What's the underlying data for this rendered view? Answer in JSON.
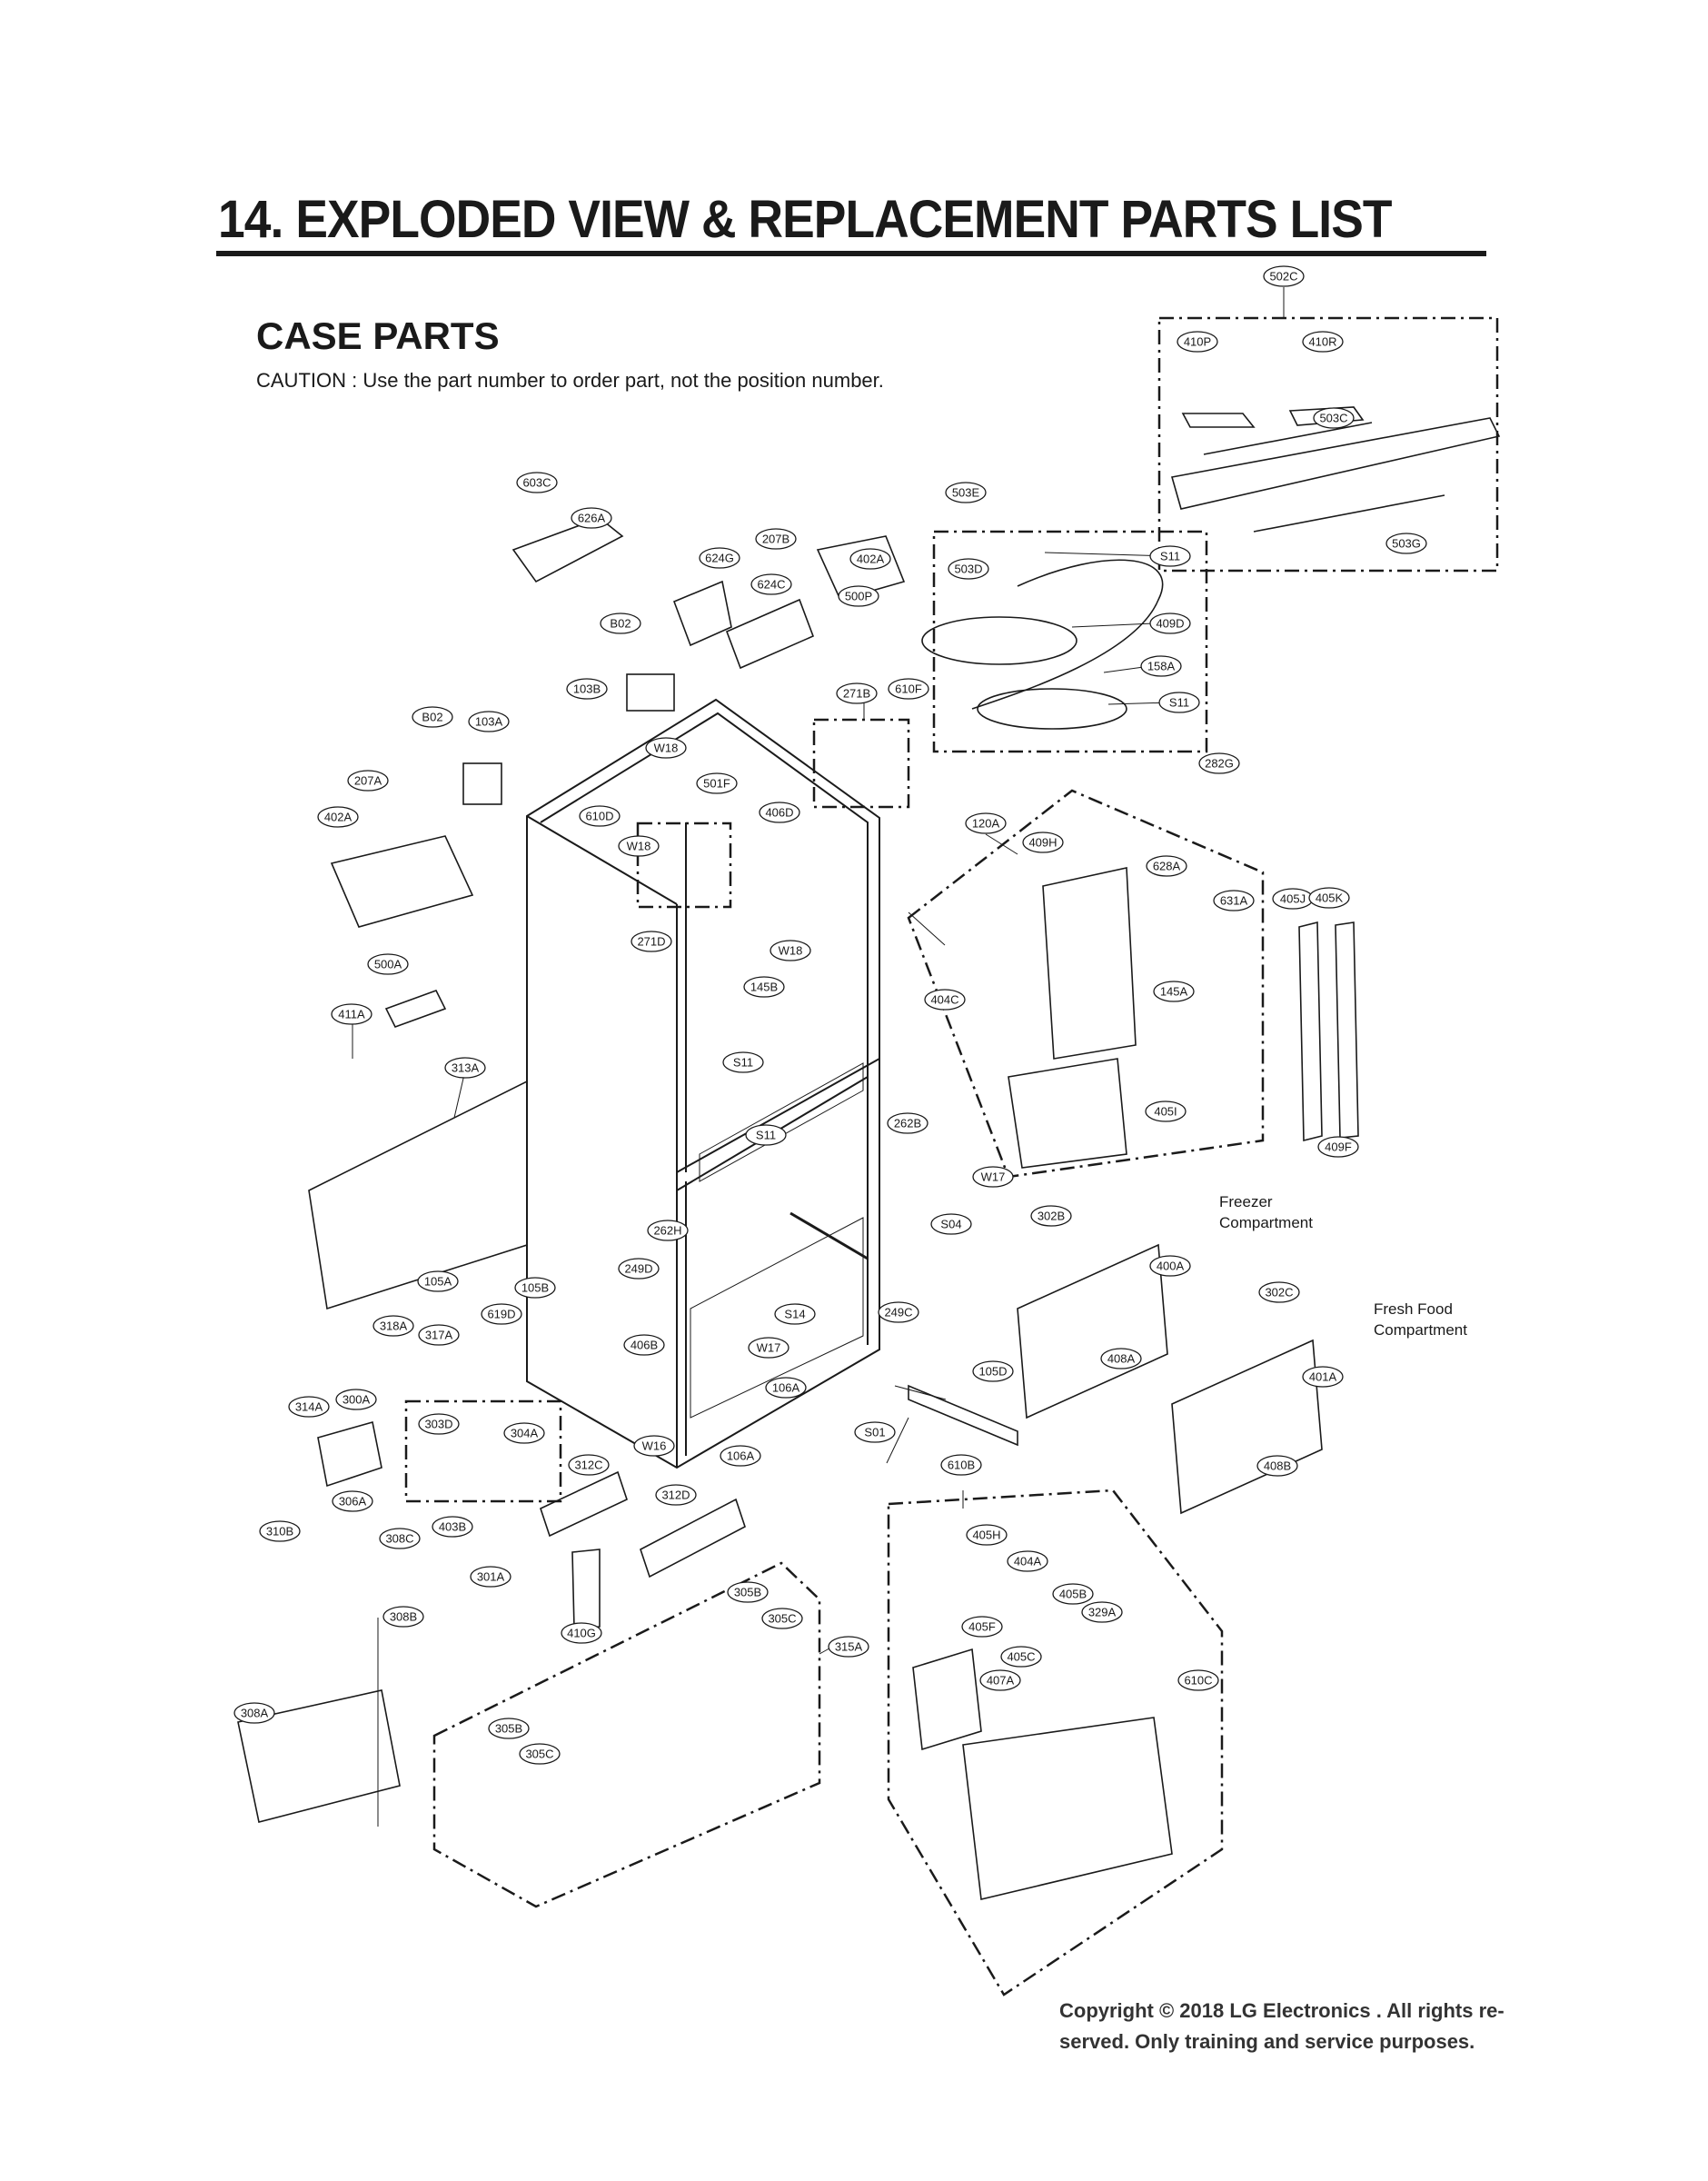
{
  "page": {
    "title": "14. EXPLODED VIEW & REPLACEMENT PARTS LIST",
    "section": "CASE PARTS",
    "caution": "CAUTION : Use the part number to order part, not the position number.",
    "copyright_line1": "Copyright © 2018 LG Electronics . All rights re-",
    "copyright_line2": "served. Only training and service purposes."
  },
  "callouts": {
    "freezer": [
      "Freezer",
      "Compartment"
    ],
    "fresh_food": [
      "Fresh Food",
      "Compartment"
    ]
  },
  "part_labels": [
    "502C",
    "410P",
    "410R",
    "503C",
    "503G",
    "503E",
    "503D",
    "S11",
    "409D",
    "158A",
    "S11",
    "603C",
    "626A",
    "207B",
    "402A",
    "624G",
    "624C",
    "500P",
    "B02",
    "103B",
    "610F",
    "271B",
    "B02",
    "103A",
    "W18",
    "501F",
    "207A",
    "402A",
    "610D",
    "W18",
    "406D",
    "282G",
    "120A",
    "409H",
    "628A",
    "631A",
    "405J",
    "405K",
    "271D",
    "W18",
    "145B",
    "500A",
    "411A",
    "404C",
    "145A",
    "313A",
    "S11",
    "405I",
    "S11",
    "262B",
    "409F",
    "W17",
    "S04",
    "302B",
    "262H",
    "105A",
    "105B",
    "249D",
    "400A",
    "318A",
    "317A",
    "619D",
    "S14",
    "249C",
    "302C",
    "406B",
    "W17",
    "401A",
    "408A",
    "105D",
    "106A",
    "314A",
    "300A",
    "303D",
    "304A",
    "S01",
    "W16",
    "312C",
    "106A",
    "610B",
    "408B",
    "306A",
    "312D",
    "310B",
    "403B",
    "308C",
    "301A",
    "405H",
    "404A",
    "305B",
    "405B",
    "329A",
    "308B",
    "410G",
    "305C",
    "405F",
    "315A",
    "405C",
    "407A",
    "610C",
    "308A",
    "305B",
    "305C"
  ],
  "colors": {
    "ink": "#1a1a1a",
    "paper": "#ffffff"
  }
}
